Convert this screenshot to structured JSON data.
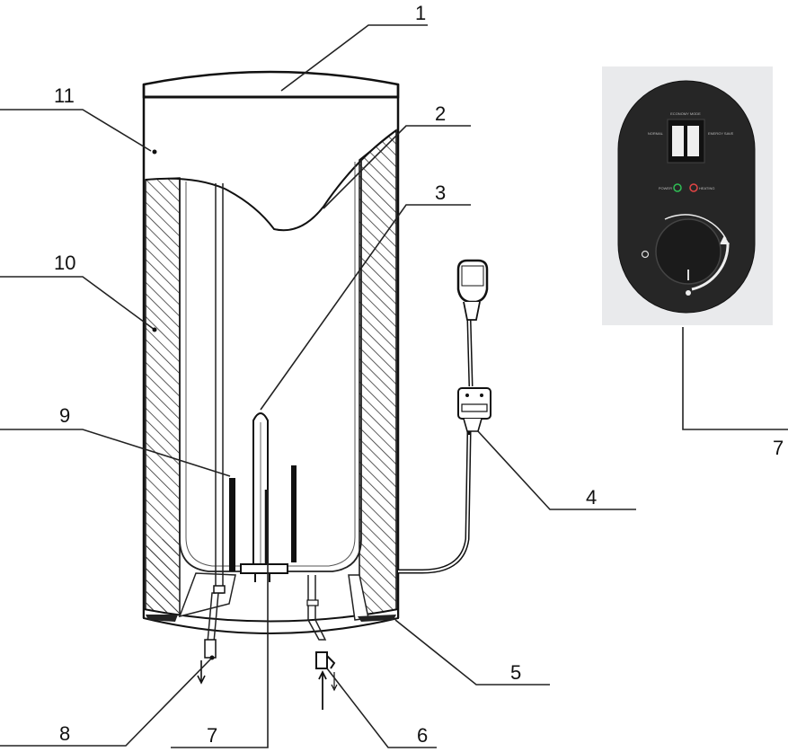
{
  "callouts": {
    "c1": "1",
    "c2": "2",
    "c3": "3",
    "c4": "4",
    "c5": "5",
    "c6": "6",
    "c7_bottom": "7",
    "c7_right": "7",
    "c8": "8",
    "c9": "9",
    "c10": "10",
    "c11": "11"
  },
  "control_panel": {
    "label_top": "ECONOMY MODE",
    "label_left": "NORMAL",
    "label_right": "ENERGY SAVE",
    "label_power": "POWER",
    "label_heating": "HEATING",
    "colors": {
      "body": "#262626",
      "power_led": "#2fbf55",
      "heating_led": "#e24545"
    }
  }
}
